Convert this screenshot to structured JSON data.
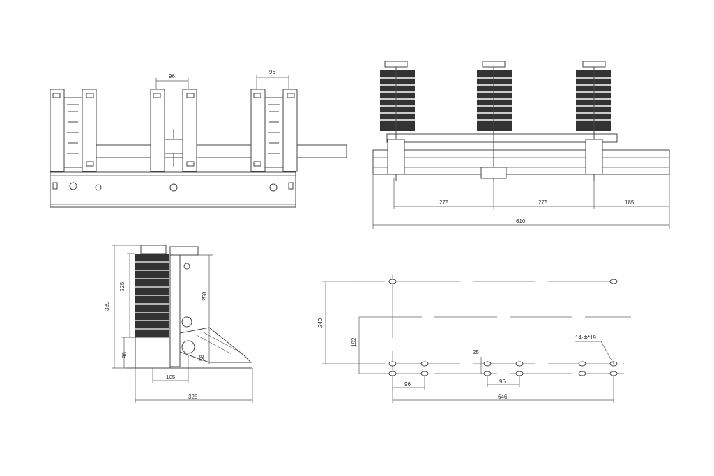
{
  "front_view": {
    "dim_top_left": "96",
    "dim_top_right": "96"
  },
  "side_view": {
    "dim_a": "275",
    "dim_b": "275",
    "dim_c": "185",
    "dim_total": "610"
  },
  "end_view": {
    "dim_height_total": "339",
    "dim_insulator": "225",
    "dim_arm": "258",
    "dim_base": "98",
    "dim_small": "58",
    "dim_base_width": "105",
    "dim_width_total": "325"
  },
  "hole_plan": {
    "dim_height": "240",
    "dim_inner_height": "192",
    "dim_hole_spec": "14-Φ*19",
    "dim_hole_spacing": "25",
    "dim_pair_left": "96",
    "dim_pair_mid": "96",
    "dim_total_width": "646"
  }
}
